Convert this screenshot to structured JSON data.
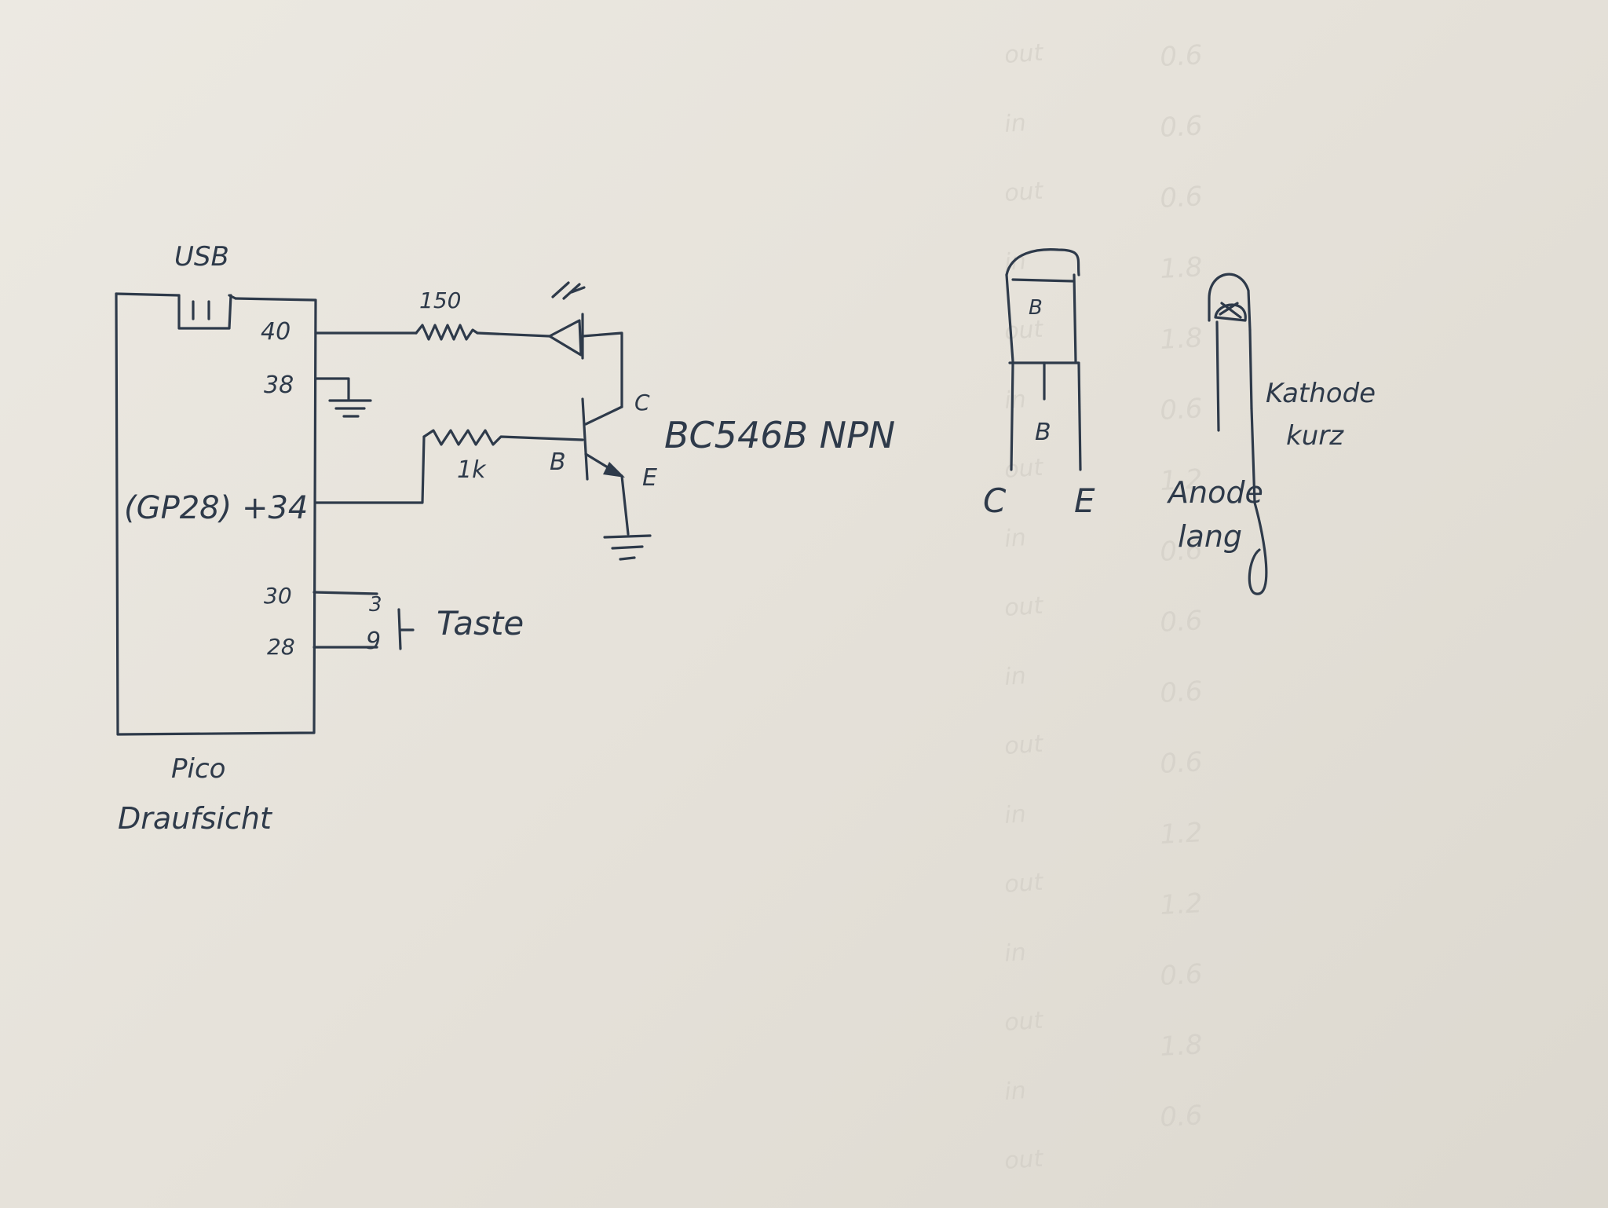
{
  "schematic": {
    "usb_label": "USB",
    "pin_40": "40",
    "pin_38": "38",
    "pin_34": "(GP28) +34",
    "pin_30": "30",
    "pin_28": "28",
    "board_label_line1": "Pico",
    "board_label_line2": "Draufsicht",
    "r1_value": "150",
    "r2_value": "1k",
    "switch_pin_a": "3",
    "switch_pin_b": "9",
    "switch_label": "Taste",
    "transistor_base": "B",
    "transistor_collector": "C",
    "transistor_emitter": "E",
    "transistor_name": "BC546B NPN"
  },
  "transistor_package": {
    "top_letters": "B",
    "inner_letter": "B",
    "pin_left": "C",
    "pin_right": "E"
  },
  "led_package": {
    "cathode_label_line1": "Kathode",
    "cathode_label_line2": "kurz",
    "anode_label_line1": "Anode",
    "anode_label_line2": "lang"
  },
  "bleedthrough_left": [
    "out",
    "in",
    "out",
    "in",
    "out",
    "in",
    "out",
    "in",
    "out",
    "in",
    "out",
    "in",
    "out",
    "in",
    "out",
    "in",
    "out"
  ],
  "bleedthrough_right": [
    "0.6",
    "0.6",
    "0.6",
    "1.8",
    "1.8",
    "0.6",
    "1.2",
    "0.6",
    "0.6",
    "0.6",
    "0.6",
    "1.2",
    "1.2",
    "0.6",
    "1.8",
    "0.6"
  ]
}
